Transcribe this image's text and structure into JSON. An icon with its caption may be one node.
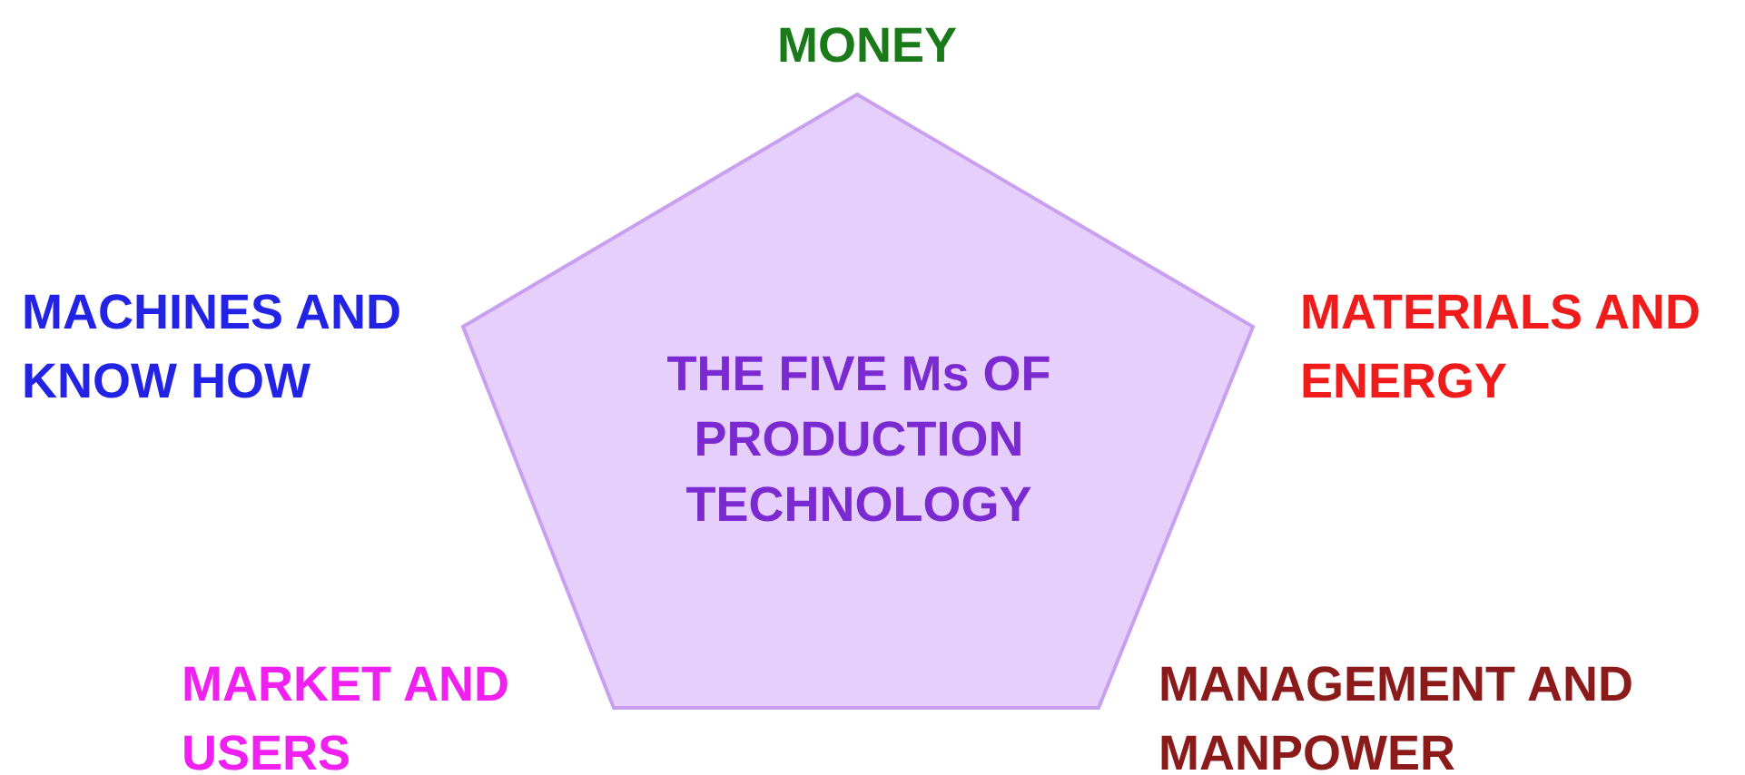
{
  "diagram": {
    "nodes": [
      {
        "text": [
          "THE FIVE Ms OF PRODUCTION TECHNOLOGY"
        ]
      }
    ],
    "labels": [
      "MONEY",
      "MACHINES AND KNOW HOW",
      "MATERIALS AND ENERGY",
      "MARKET AND USERS",
      "MANAGEMENT AND MANPOWER"
    ]
  }
}
